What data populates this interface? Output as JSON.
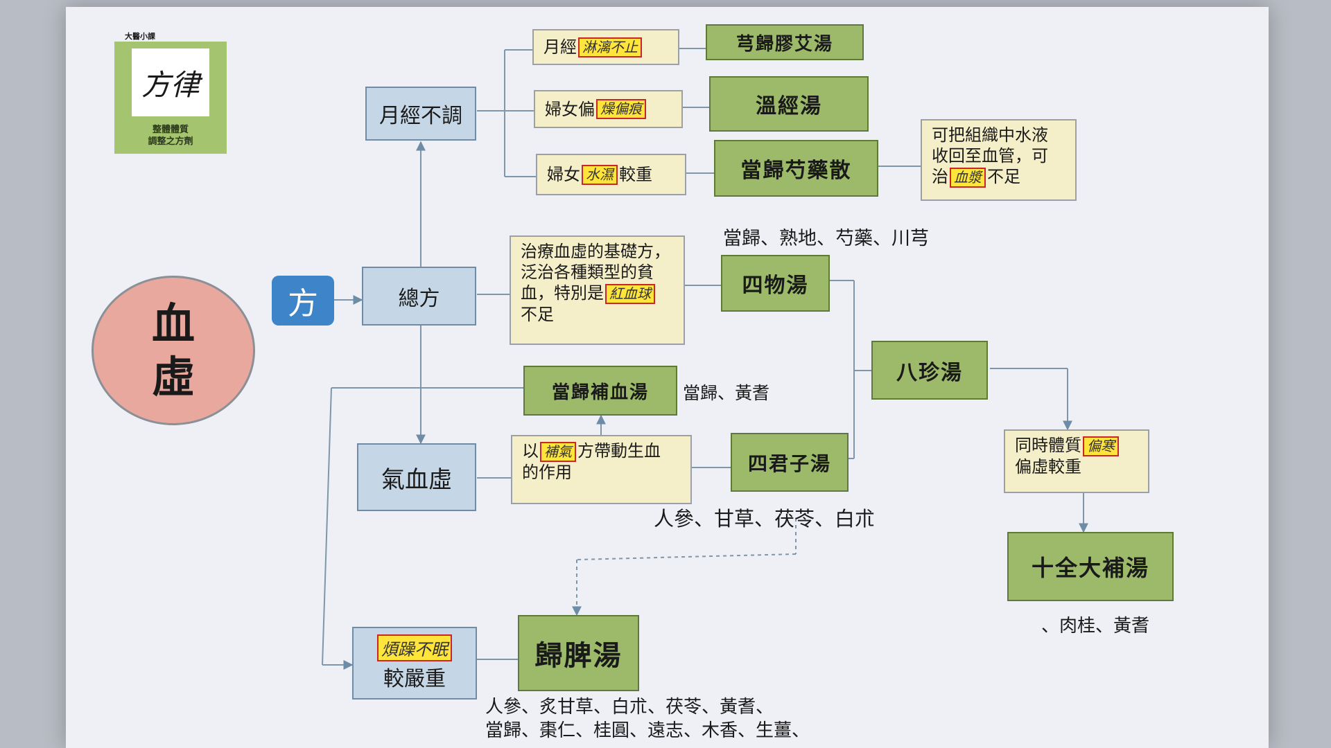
{
  "logo": {
    "header": "大醫小課",
    "mark": "方律",
    "caption_line1": "整體體質",
    "caption_line2": "調整之方劑"
  },
  "center": {
    "line1": "血",
    "line2": "虛"
  },
  "fang_label": "方",
  "blue_nodes": {
    "menstrual": "月經不調",
    "general": "總方",
    "qi_blood": "氣血虛",
    "severe_suffix": "較嚴重"
  },
  "severe_highlight": "煩躁不眠",
  "cond": {
    "c1_prefix": "月經",
    "c1_highlight": "淋漓不止",
    "c2_prefix": "婦女偏",
    "c2_highlight": "燥偏痕",
    "c3_prefix": "婦女",
    "c3_highlight": "水濕",
    "c3_suffix": "較重"
  },
  "formulas": {
    "xiong_gui": "芎歸膠艾湯",
    "wen_jing": "溫經湯",
    "dang_gui_shao_yao": "當歸芍藥散",
    "si_wu": "四物湯",
    "ba_zhen": "八珍湯",
    "dang_gui_bu_xue": "當歸補血湯",
    "si_jun_zi": "四君子湯",
    "shi_quan": "十全大補湯",
    "gui_pi": "歸脾湯"
  },
  "notes": {
    "organize_l1": "可把組織中水液",
    "organize_l2": "收回至血管，可",
    "organize_l3_prefix": "治",
    "organize_l3_highlight": "血漿",
    "organize_l3_suffix": "不足",
    "siwu_l1": "治療血虛的基礎方，",
    "siwu_l2": "泛治各種類型的貧",
    "siwu_l3_prefix": "血，特別是",
    "siwu_l3_highlight": "紅血球",
    "siwu_l4": "不足",
    "qi_prefix": "以",
    "qi_highlight": "補氣",
    "qi_suffix": "方帶動生血",
    "qi_l2": "的作用",
    "both_l1_prefix": "同時體質",
    "both_l1_highlight": "偏寒",
    "both_l2": "偏虛較重"
  },
  "ingredients": {
    "siwu": "當歸、熟地、芍藥、川芎",
    "buxue": "當歸、黃耆",
    "sijunzi": "人參、甘草、茯苓、白朮",
    "shiquan": "、肉桂、黃耆",
    "guipi_l1": "人參、炙甘草、白朮、茯苓、黃耆、",
    "guipi_l2": "當歸、棗仁、桂圓、遠志、木香、生薑、"
  },
  "colors": {
    "blue_box": "#c5d7e6",
    "green_box": "#9cba6a",
    "cream_box": "#f5efc9",
    "circle": "#e8a89d",
    "fang": "#3d84c8",
    "highlight": "#ffe53b",
    "highlight_border": "#c8262a"
  }
}
